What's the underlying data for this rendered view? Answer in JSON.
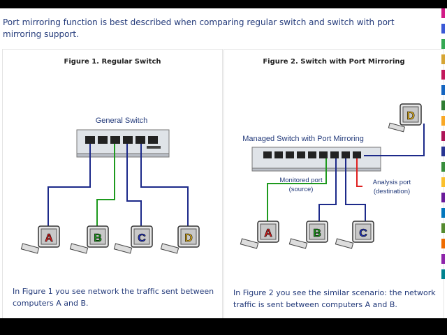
{
  "intro": "Port mirroring function is best described when comparing  regular switch and switch with port mirroring support.",
  "figure1": {
    "title": "Figure 1. Regular Switch",
    "switch_label": "General Switch",
    "computers": [
      "A",
      "B",
      "C",
      "D"
    ],
    "caption": "In Figure 1 you see network  the traffic sent between computers A and B."
  },
  "figure2": {
    "title": "Figure 2. Switch with Port Mirroring",
    "switch_label": "Managed Switch with Port Mirroring",
    "monitored_label": "Monitored port",
    "monitored_sub": "(source)",
    "analysis_label": "Analysis port",
    "analysis_sub": "(destination)",
    "computers": [
      "A",
      "B",
      "C",
      "D"
    ],
    "caption": "In Figure 2 you see the similar scenario: the network traffic is sent between computers A and B."
  },
  "colors": {
    "cable": "#1d2a8a",
    "monitored": "#1e9a1e",
    "analysis": "#e02020",
    "letter_A": "#e02020",
    "letter_B": "#1e9a1e",
    "letter_C": "#2233bb",
    "letter_D": "#e0b020",
    "text": "#233a7a"
  },
  "side_strip_colors": [
    "#d11a86",
    "#3b59d6",
    "#34a853",
    "#d6a534",
    "#c2185b",
    "#1565c0",
    "#2e7d32",
    "#f9a825",
    "#ad1457",
    "#283593",
    "#388e3c",
    "#fbc02d",
    "#6a1b9a",
    "#0277bd",
    "#558b2f",
    "#ef6c00",
    "#8e24aa",
    "#00838f"
  ]
}
